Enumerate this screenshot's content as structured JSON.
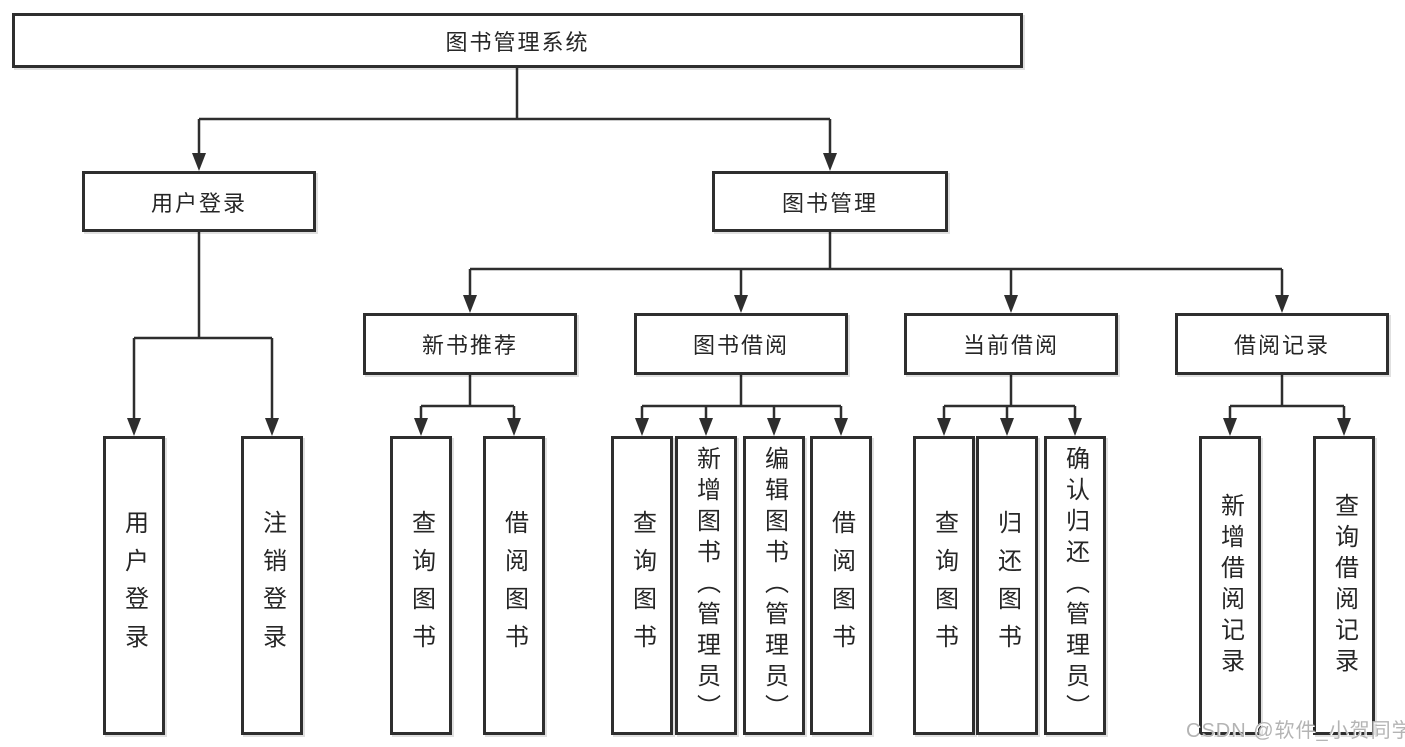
{
  "diagram": {
    "root": {
      "label": "图书管理系统"
    },
    "branches": [
      {
        "label": "用户登录",
        "children": [
          {
            "label": "用户登录"
          },
          {
            "label": "注销登录"
          }
        ]
      },
      {
        "label": "图书管理",
        "modules": [
          {
            "label": "新书推荐",
            "children": [
              {
                "label": "查询图书"
              },
              {
                "label": "借阅图书"
              }
            ]
          },
          {
            "label": "图书借阅",
            "children": [
              {
                "label": "查询图书"
              },
              {
                "label": "新增图书（管理员）"
              },
              {
                "label": "编辑图书（管理员）"
              },
              {
                "label": "借阅图书"
              }
            ]
          },
          {
            "label": "当前借阅",
            "children": [
              {
                "label": "查询图书"
              },
              {
                "label": "归还图书"
              },
              {
                "label": "确认归还（管理员）"
              }
            ]
          },
          {
            "label": "借阅记录",
            "children": [
              {
                "label": "新增借阅记录"
              },
              {
                "label": "查询借阅记录"
              }
            ]
          }
        ]
      }
    ]
  },
  "watermark": {
    "text": "CSDN @软件_小贺同学"
  },
  "colors": {
    "line": "#2e2e2e",
    "box_border": "#2e2e2e",
    "text": "#262626",
    "watermark": "#b4b4b4",
    "background": "#ffffff"
  }
}
